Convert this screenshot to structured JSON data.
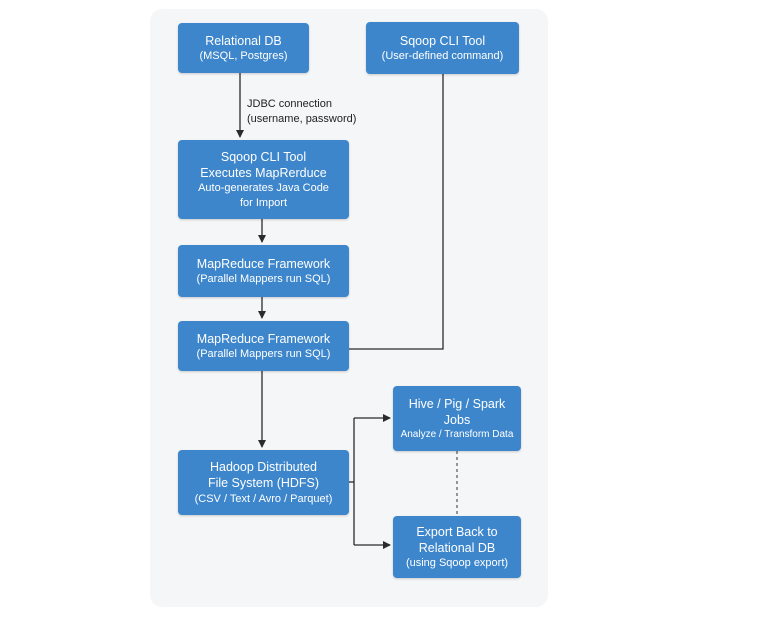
{
  "diagram": {
    "nodes": {
      "relational_db": {
        "title": "Relational DB",
        "sub": "(MSQL, Postgres)"
      },
      "sqoop_cli": {
        "title": "Sqoop CLI Tool",
        "sub": "(User-defined command)"
      },
      "sqoop_exec": {
        "title1": "Sqoop CLI Tool",
        "title2": "Executes MapRerduce",
        "sub1": "Auto-generates Java Code",
        "sub2": "for Import"
      },
      "mapreduce_1": {
        "title": "MapReduce Framework",
        "sub": "(Parallel Mappers run SQL)"
      },
      "mapreduce_2": {
        "title": "MapReduce Framework",
        "sub": "(Parallel Mappers run SQL)"
      },
      "hdfs": {
        "title1": "Hadoop Distributed",
        "title2": "File System (HDFS)",
        "sub": "(CSV / Text / Avro / Parquet)"
      },
      "hive_pig_spark": {
        "title1": "Hive / Pig / Spark",
        "title2": "Jobs",
        "sub": "Analyze / Transform Data"
      },
      "export_back": {
        "title1": "Export Back to",
        "title2": "Relational DB",
        "sub": "(using Sqoop export)"
      }
    },
    "edges": {
      "jdbc_label_1": "JDBC connection",
      "jdbc_label_2": "(username, password)"
    },
    "colors": {
      "box": "#3d86cc",
      "arrow": "#2b2b2b",
      "background": "#f5f6f8"
    }
  }
}
